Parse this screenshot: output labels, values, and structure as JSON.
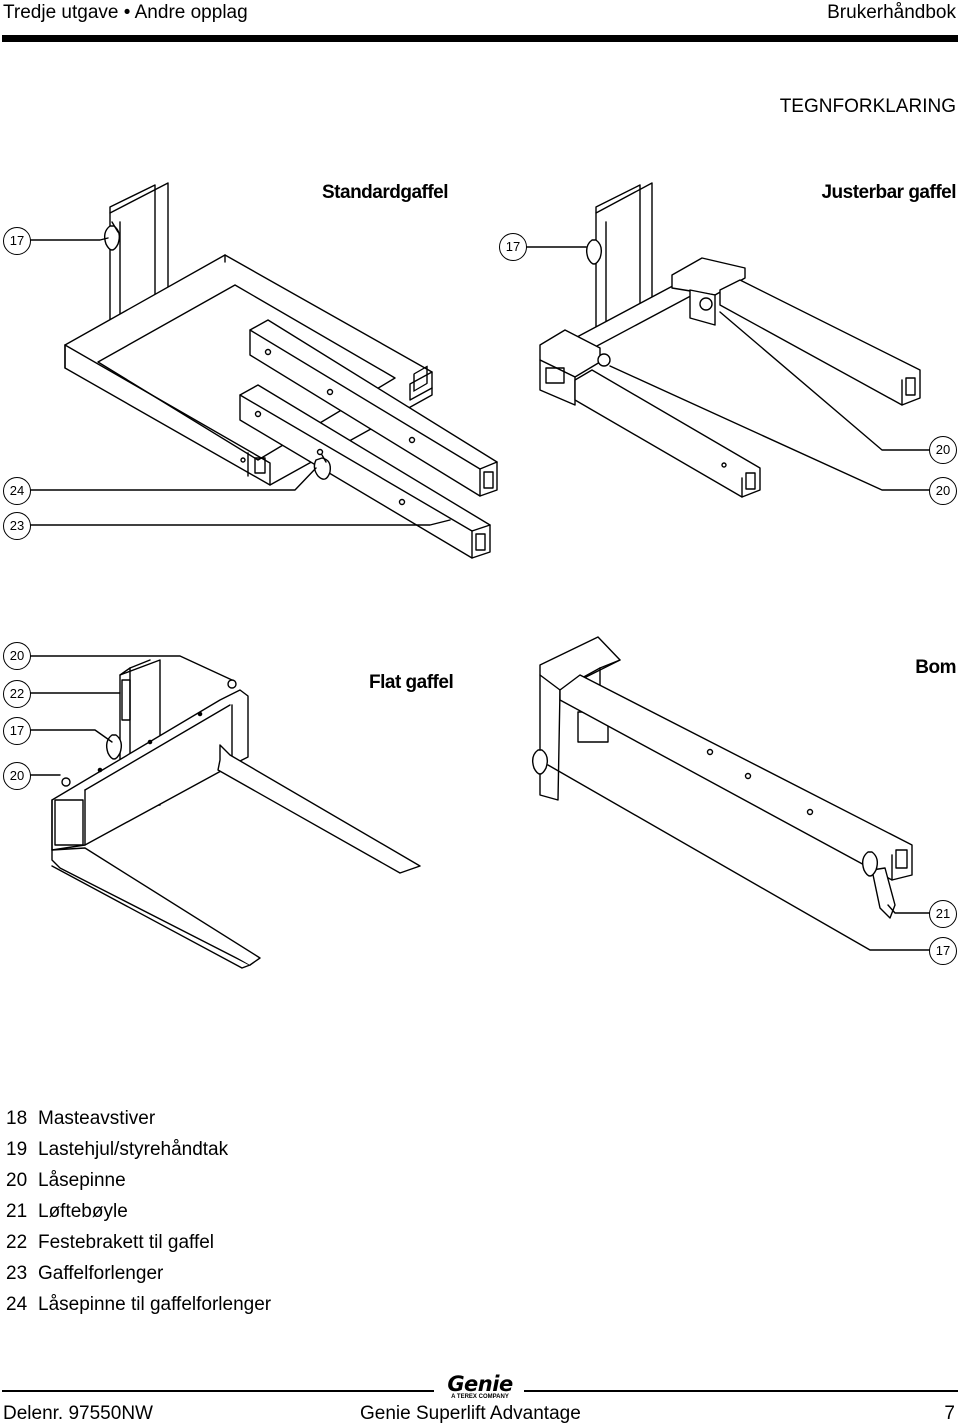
{
  "header": {
    "left": "Tredje utgave • Andre opplag",
    "right": "Brukerhåndbok"
  },
  "section_title": "TEGNFORKLARING",
  "figures": {
    "standard": {
      "title": "Standardgaffel"
    },
    "adjustable": {
      "title": "Justerbar gaffel"
    },
    "flat": {
      "title": "Flat gaffel"
    },
    "boom": {
      "title": "Bom"
    }
  },
  "callouts": {
    "std_17": "17",
    "adj_17": "17",
    "adj_20a": "20",
    "adj_20b": "20",
    "std_24": "24",
    "std_23": "23",
    "flat_20a": "20",
    "flat_22": "22",
    "flat_17": "17",
    "flat_20b": "20",
    "boom_21": "21",
    "boom_17": "17"
  },
  "legend": [
    {
      "num": "18",
      "label": "Masteavstiver"
    },
    {
      "num": "19",
      "label": "Lastehjul/styrehåndtak"
    },
    {
      "num": "20",
      "label": "Låsepinne"
    },
    {
      "num": "21",
      "label": "Løftebøyle"
    },
    {
      "num": "22",
      "label": "Festebrakett til gaffel"
    },
    {
      "num": "23",
      "label": "Gaffelforlenger"
    },
    {
      "num": "24",
      "label": "Låsepinne til gaffelforlenger"
    }
  ],
  "footer": {
    "logo_text": "Genie",
    "logo_sub": "A TEREX COMPANY",
    "left": "Delenr. 97550NW",
    "center": "Genie Superlift Advantage",
    "right": "7"
  }
}
